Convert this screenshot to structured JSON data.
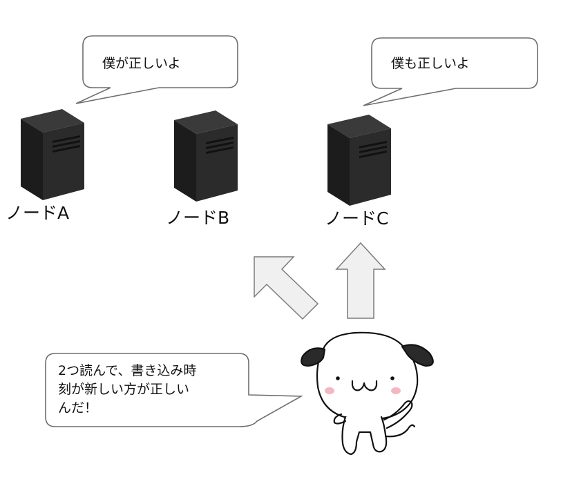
{
  "nodes": [
    {
      "label": "ノードA"
    },
    {
      "label": "ノードB"
    },
    {
      "label": "ノードC"
    }
  ],
  "bubbles": {
    "node_a": "僕が正しいよ",
    "node_c": "僕も正しいよ",
    "dog": "2つ読んで、書き込み時\n刻が新しい方が正しい\nんだ！"
  },
  "colors": {
    "server_front": "#2b2b2b",
    "server_side": "#1c1c1c",
    "server_top": "#3a3a3a",
    "arrow_fill": "#f0f0f0",
    "arrow_stroke": "#7a7a7a",
    "bubble_stroke": "#6e6e6e",
    "cheek": "#f4b6c2"
  },
  "icons": {
    "server": "server-tower-icon",
    "arrow": "outline-arrow-icon",
    "character": "dog-character-icon"
  }
}
